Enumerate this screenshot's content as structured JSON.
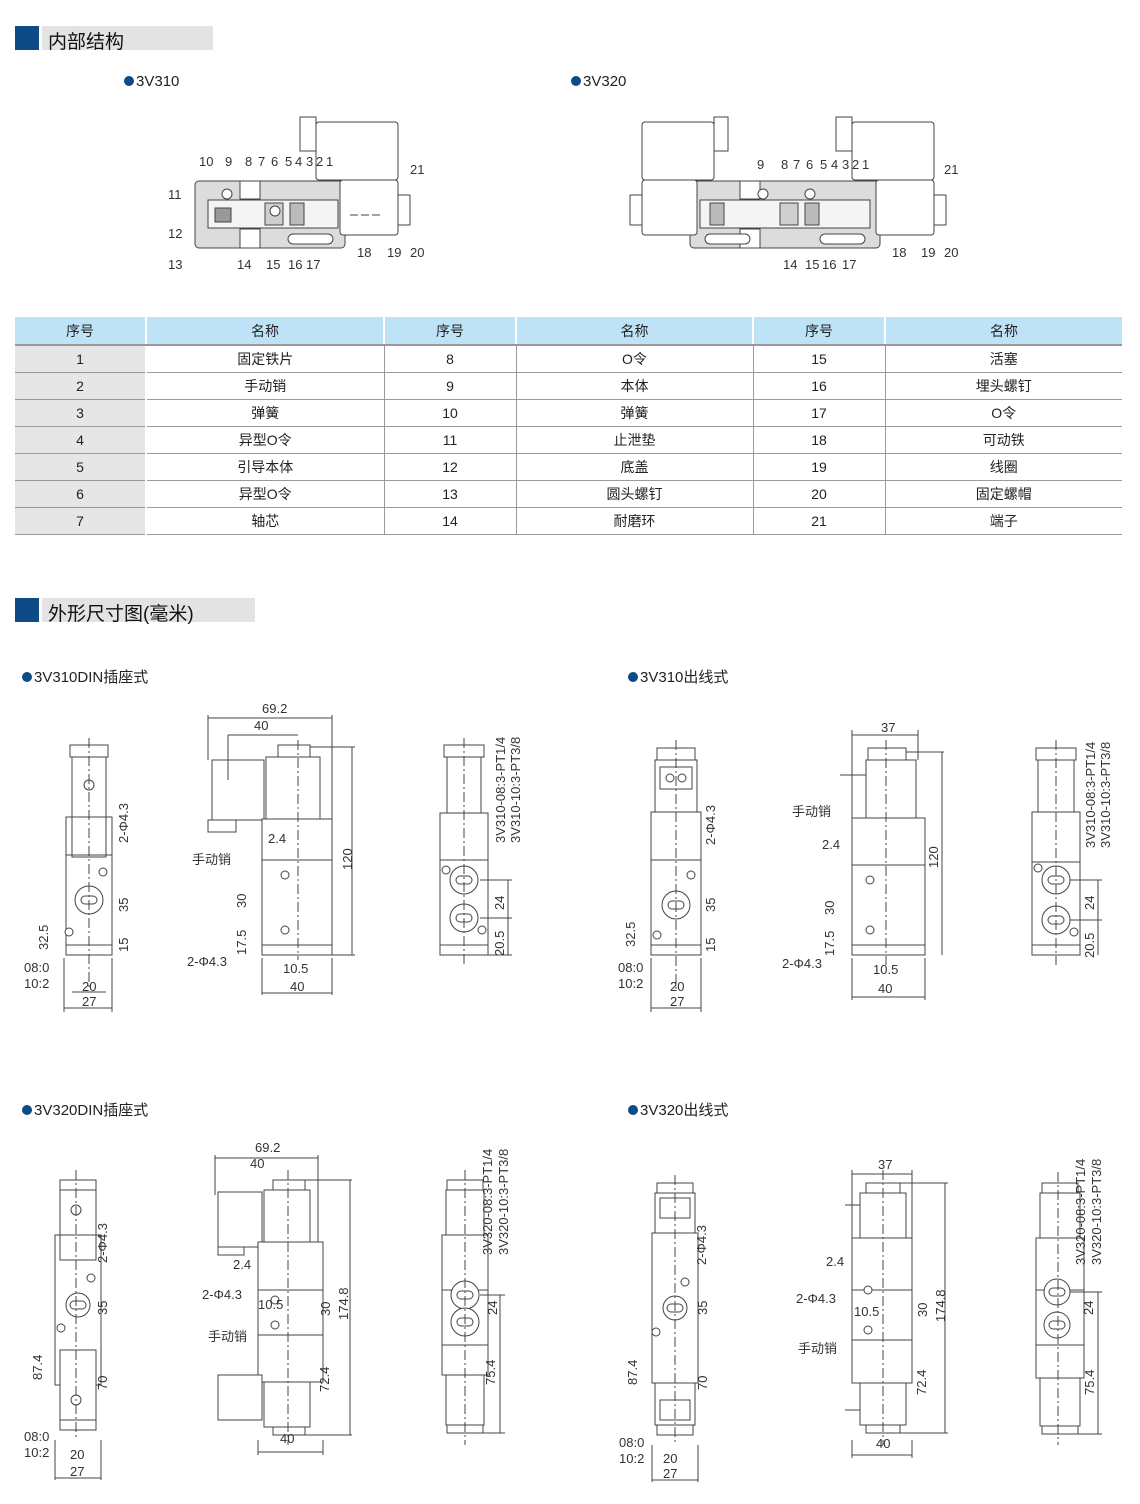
{
  "sections": {
    "internal": {
      "title": "内部结构"
    },
    "dimensions": {
      "title": "外形尺寸图(毫米)"
    }
  },
  "internal_views": [
    {
      "title": "3V310",
      "callouts": [
        "10",
        "9",
        "8",
        "7",
        "6",
        "5",
        "4",
        "3",
        "2",
        "1",
        "21",
        "11",
        "12",
        "13",
        "14",
        "15",
        "16",
        "17",
        "18",
        "19",
        "20"
      ]
    },
    {
      "title": "3V320",
      "callouts": [
        "9",
        "8",
        "7",
        "6",
        "5",
        "4",
        "3",
        "2",
        "1",
        "21",
        "14",
        "15",
        "16",
        "17",
        "18",
        "19",
        "20"
      ]
    }
  ],
  "parts_table": {
    "headers": [
      "序号",
      "名称",
      "序号",
      "名称",
      "序号",
      "名称"
    ],
    "rows": [
      [
        "1",
        "固定铁片",
        "8",
        "O令",
        "15",
        "活塞"
      ],
      [
        "2",
        "手动销",
        "9",
        "本体",
        "16",
        "埋头螺钉"
      ],
      [
        "3",
        "弹簧",
        "10",
        "弹簧",
        "17",
        "O令"
      ],
      [
        "4",
        "异型O令",
        "11",
        "止泄垫",
        "18",
        "可动铁"
      ],
      [
        "5",
        "引导本体",
        "12",
        "底盖",
        "19",
        "线圈"
      ],
      [
        "6",
        "异型O令",
        "13",
        "圆头螺钉",
        "20",
        "固定螺帽"
      ],
      [
        "7",
        "轴芯",
        "14",
        "耐磨环",
        "21",
        "端子"
      ]
    ]
  },
  "dimension_groups": [
    {
      "title": "3V310DIN插座式",
      "front": [
        "2-Φ4.3",
        "35",
        "32.5",
        "15",
        "08:0",
        "10:2",
        "20",
        "27"
      ],
      "side": [
        "69.2",
        "40",
        "2.4",
        "手动销",
        "120",
        "30",
        "17.5",
        "2-Φ4.3",
        "10.5",
        "40"
      ],
      "end": [
        "3V310-08:3-PT1/4",
        "3V310-10:3-PT3/8",
        "24",
        "20.5"
      ]
    },
    {
      "title": "3V310出线式",
      "front": [
        "2-Φ4.3",
        "35",
        "32.5",
        "15",
        "08:0",
        "10:2",
        "20",
        "27"
      ],
      "side": [
        "37",
        "手动销",
        "2.4",
        "120",
        "30",
        "17.5",
        "2-Φ4.3",
        "10.5",
        "40"
      ],
      "end": [
        "3V310-08:3-PT1/4",
        "3V310-10:3-PT3/8",
        "24",
        "20.5"
      ]
    },
    {
      "title": "3V320DIN插座式",
      "front": [
        "2-Φ4.3",
        "35",
        "87.4",
        "70",
        "08:0",
        "10:2",
        "20",
        "27"
      ],
      "side": [
        "69.2",
        "40",
        "2.4",
        "2-Φ4.3",
        "10.5",
        "30",
        "174.8",
        "手动销",
        "72.4",
        "40"
      ],
      "end": [
        "3V320-08:3-PT1/4",
        "3V320-10:3-PT3/8",
        "24",
        "75.4"
      ]
    },
    {
      "title": "3V320出线式",
      "front": [
        "2-Φ4.3",
        "35",
        "87.4",
        "70",
        "08:0",
        "10:2",
        "20",
        "27"
      ],
      "side": [
        "37",
        "2.4",
        "2-Φ4.3",
        "10.5",
        "30",
        "174.8",
        "手动销",
        "72.4",
        "40"
      ],
      "end": [
        "3V320-08:3-PT1/4",
        "3V320-10:3-PT3/8",
        "24",
        "75.4"
      ]
    }
  ],
  "colors": {
    "accent": "#0e4a85",
    "table_header": "#bfe3f6",
    "first_col": "#e6e6e6"
  }
}
